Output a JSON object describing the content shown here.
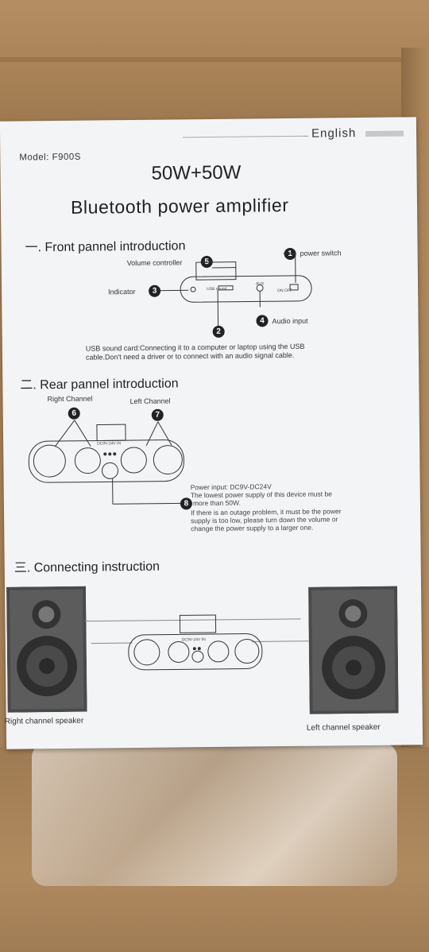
{
  "header": {
    "language": "English",
    "model": "Model: F900S"
  },
  "title": {
    "power": "50W+50W",
    "product": "Bluetooth power amplifier"
  },
  "front": {
    "heading": "一. Front pannel introduction",
    "labels": {
      "volume": "Volume controller",
      "power_switch": "power switch",
      "indicator": "Indicator",
      "audio_input": "Audio input",
      "usb_small": "USB sound",
      "aux_small": "AUX",
      "onoff_small": "ON  OFF"
    },
    "badges": {
      "b1": "1",
      "b2": "2",
      "b3": "3",
      "b4": "4",
      "b5": "5"
    },
    "usb_note_line1": "USB sound card:Connecting it to a computer or laptop using the USB",
    "usb_note_line2": "cable.Don't need a driver or to connect with an audio signal cable."
  },
  "rear": {
    "heading": "二. Rear pannel introduction",
    "right_channel": "Right Channel",
    "left_channel": "Left Channel",
    "badges": {
      "b6": "6",
      "b7": "7",
      "b8": "8"
    },
    "dc_label": "DC9V-24V IN",
    "power_lines": [
      "Power input: DC9V-DC24V",
      "The lowest power supply of this device must be",
      "more than 50W.",
      "If there is an outage problem, it must be the power",
      "supply is too low, please turn down the volume or",
      "change the power supply to a larger one."
    ]
  },
  "connect": {
    "heading": "三. Connecting instruction",
    "right_speaker": "Right channel speaker",
    "left_speaker": "Left channel speaker",
    "dc_label": "DC9V-24V IN"
  }
}
